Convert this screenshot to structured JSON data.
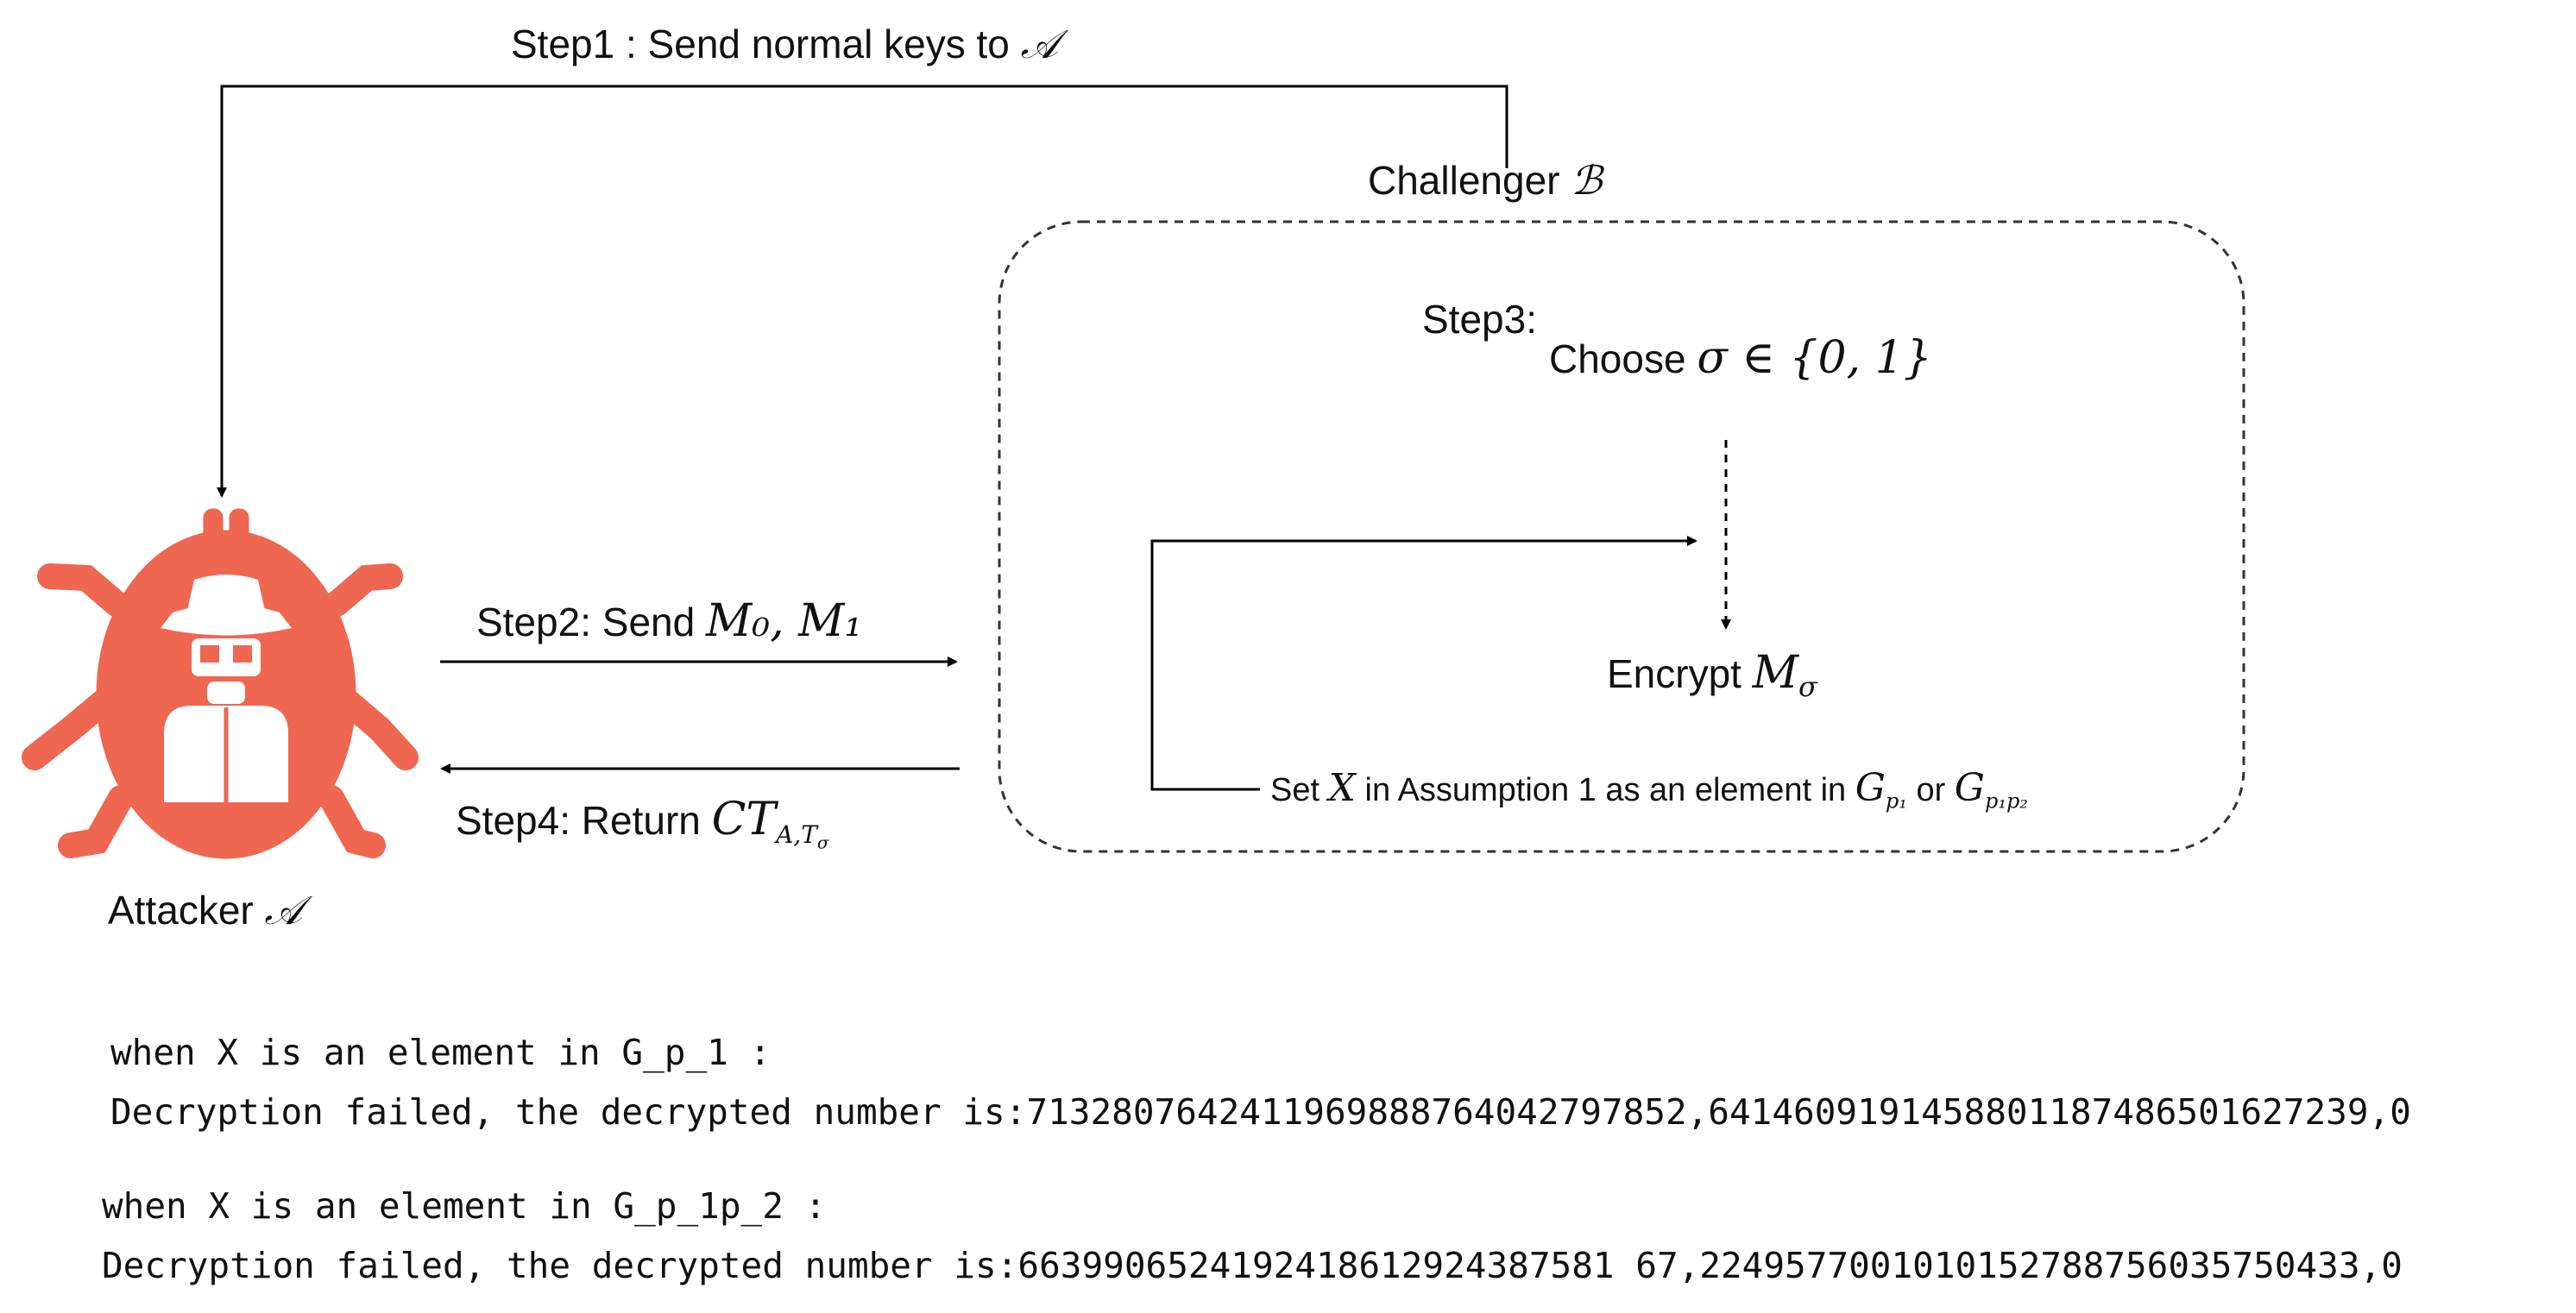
{
  "step1": {
    "text": "Step1 : Send normal keys to",
    "symbol": "𝒜"
  },
  "challenger": {
    "text": "Challenger",
    "symbol": "ℬ"
  },
  "step3": {
    "prefix": "Step3:",
    "choose_text": "Choose",
    "choose_math": "σ ∈ {0, 1}"
  },
  "encrypt": {
    "text": "Encrypt",
    "math": "M",
    "sub": "σ"
  },
  "set_x": {
    "text1": "Set",
    "var": "X",
    "text2": "in Assumption 1 as an element in",
    "g1": "G",
    "g1_sub": "p₁",
    "or": "or",
    "g2": "G",
    "g2_sub": "p₁p₂"
  },
  "step2": {
    "text": "Step2: Send",
    "math": "M₀, M₁"
  },
  "step4": {
    "text": "Step4: Return",
    "math": "CT",
    "sub": "A,T",
    "subsub": "σ"
  },
  "attacker": {
    "text": "Attacker",
    "symbol": "𝒜"
  },
  "output": {
    "line1": "when X is an element in G_p_1 :",
    "line2": "Decryption failed, the decrypted number is:7132807642411969888764042797852,6414609191458801187486501627239,0",
    "line3": "when X is an element in G_p_1p_2 :",
    "line4": "Decryption failed, the decrypted number is:6639906524192418612924387581 67,2249577001010152788756035750433,0"
  },
  "colors": {
    "bug": "#ef6651",
    "line": "#000000",
    "text": "#111111"
  }
}
